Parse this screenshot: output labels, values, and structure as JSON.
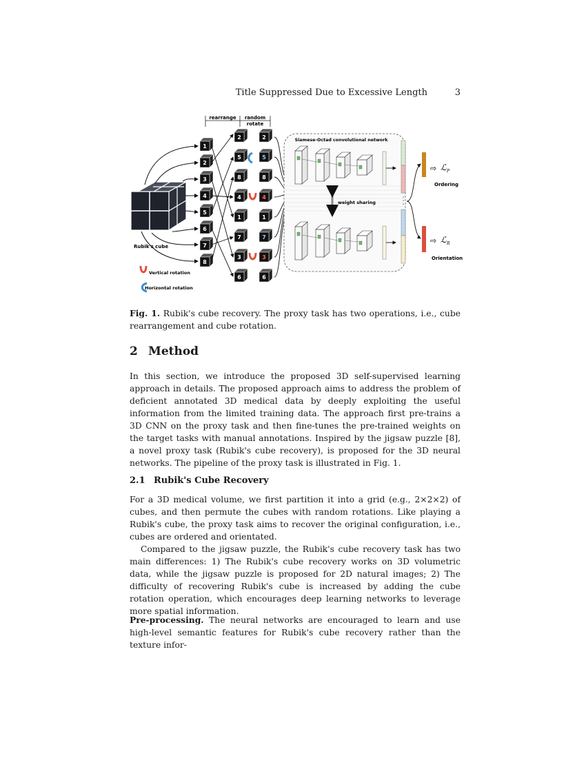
{
  "running_head": {
    "title": "Title Suppressed Due to Excessive Length",
    "page": "3"
  },
  "figure": {
    "labels": {
      "rearrange": "rearrange",
      "random": "random",
      "rotate": "rotate",
      "network_title": "Siamese-Octad convolutional network",
      "weight_sharing": "weight sharing",
      "rubiks_cube": "Rubik's cube",
      "ordering": "Ordering",
      "orientation": "Orientation",
      "loss_p": "ℒ",
      "loss_p_sub": "P",
      "loss_r": "ℒ",
      "loss_r_sub": "R",
      "vertical_rotation": "Vertical rotation",
      "horizontal_rotation": "Horizontal rotation"
    },
    "cubes_column1": [
      "1",
      "2",
      "3",
      "4",
      "5",
      "6",
      "7",
      "8"
    ],
    "cubes_column2": [
      "2",
      "5",
      "8",
      "4",
      "1",
      "7",
      "3",
      "6"
    ],
    "cubes_column3": [
      "2",
      "5",
      "8",
      "4",
      "1",
      "7",
      "3",
      "6"
    ],
    "colors": {
      "vertical": "#e0533a",
      "horizontal": "#3a8fd0",
      "ordering_bar": "#c8861e",
      "orientation_bar": "#d9503f"
    }
  },
  "caption": {
    "label": "Fig. 1.",
    "text": " Rubik's cube recovery. The proxy task has two operations, i.e., cube rearrangement and cube rotation."
  },
  "section": {
    "number": "2",
    "title": "Method"
  },
  "paragraph1": "In this section, we introduce the proposed 3D self-supervised learning approach in details. The proposed approach aims to address the problem of deficient annotated 3D medical data by deeply exploiting the useful information from the limited training data. The approach first pre-trains a 3D CNN on the proxy task and then fine-tunes the pre-trained weights on the target tasks with manual annotations. Inspired by the jigsaw puzzle [8], a novel proxy task (Rubik's cube recovery), is proposed for the 3D neural networks. The pipeline of the proxy task is illustrated in Fig. 1.",
  "subsection": {
    "number": "2.1",
    "title": "Rubik's Cube Recovery"
  },
  "paragraph2": "For a 3D medical volume, we first partition it into a grid (e.g., 2×2×2) of cubes, and then permute the cubes with random rotations. Like playing a Rubik's cube, the proxy task aims to recover the original configuration, i.e., cubes are ordered and orientated.",
  "paragraph3": "Compared to the jigsaw puzzle, the Rubik's cube recovery task has two main differences: 1) The Rubik's cube recovery works on 3D volumetric data, while the jigsaw puzzle is proposed for 2D natural images; 2) The difficulty of recovering Rubik's cube is increased by adding the cube rotation operation, which encourages deep learning networks to leverage more spatial information.",
  "paragraph4": {
    "runin": "Pre-processing.",
    "text": " The neural networks are encouraged to learn and use high-level semantic features for Rubik's cube recovery rather than the texture infor-"
  }
}
